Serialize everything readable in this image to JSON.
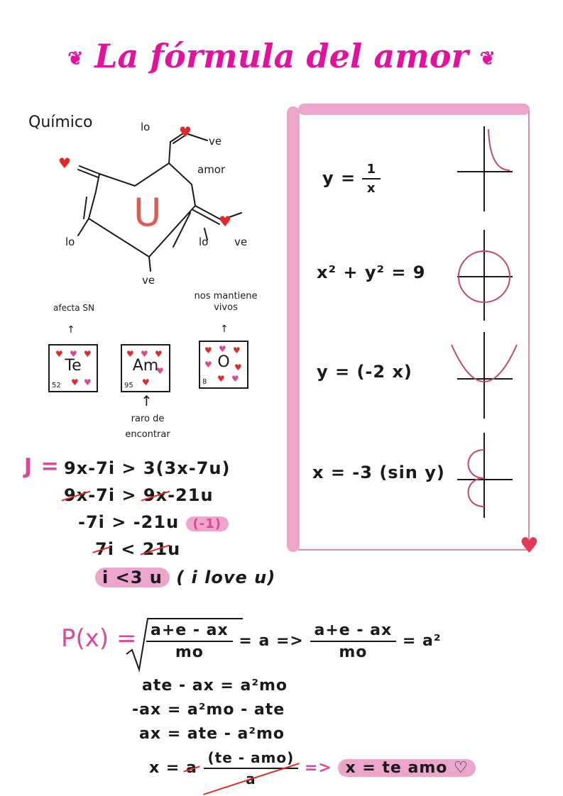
{
  "title": "La fórmula del amor",
  "molecule": {
    "label": "Químico",
    "ring_letter": "U",
    "groups": {
      "lo_top": "lo",
      "ve_top": "ve",
      "amor": "amor",
      "lo_left": "lo",
      "lo_right": "lo",
      "ve_right": "ve",
      "ve_bottom": "ve"
    }
  },
  "elements": [
    {
      "symbol": "Te",
      "number": "52",
      "note": "afecta SN"
    },
    {
      "symbol": "Am",
      "number": "95",
      "note": "raro de encontrar"
    },
    {
      "symbol": "O",
      "number": "8",
      "note": "nos mantiene vivos"
    }
  ],
  "inequality": {
    "var": "J =",
    "line1": "9x-7i > 3(3x-7u)",
    "line2_a": "9x",
    "line2_b": "-7i > ",
    "line2_c": "9x",
    "line2_d": "-21u",
    "line3": "-7i > -21u",
    "line3_note": "(-1)",
    "line4_a": "7",
    "line4_b": "i < ",
    "line4_c": "21",
    "line4_d": "u",
    "result": "i <3  u",
    "result_note": "( i love u)"
  },
  "graphs": [
    {
      "equation_lhs": "y =",
      "num": "1",
      "den": "x"
    },
    {
      "equation": "x² + y² = 9"
    },
    {
      "equation": "y = (-2 x)"
    },
    {
      "equation": "x = -3 (sin y)"
    }
  ],
  "proof": {
    "var": "P(x) =",
    "num1": "a+e - ax",
    "den1": "mo",
    "eq1": "= a",
    "arrow1": "=>",
    "num2": "a+e - ax",
    "den2": "mo",
    "eq2": "= a²",
    "step1": "ate  - ax = a²mo",
    "step2": "-ax = a²mo - ate",
    "step3": "ax = ate  - a²mo",
    "step4_lhs": "x =",
    "step4_a": "a",
    "step4_num": "(te - amo)",
    "step4_den": "a",
    "arrow2": "=>",
    "final": "x = te amo ♡"
  },
  "colors": {
    "title": "#e3119b",
    "panel": "#eca6cc",
    "heart": "#e43a5a",
    "accent": "#d9489a"
  }
}
